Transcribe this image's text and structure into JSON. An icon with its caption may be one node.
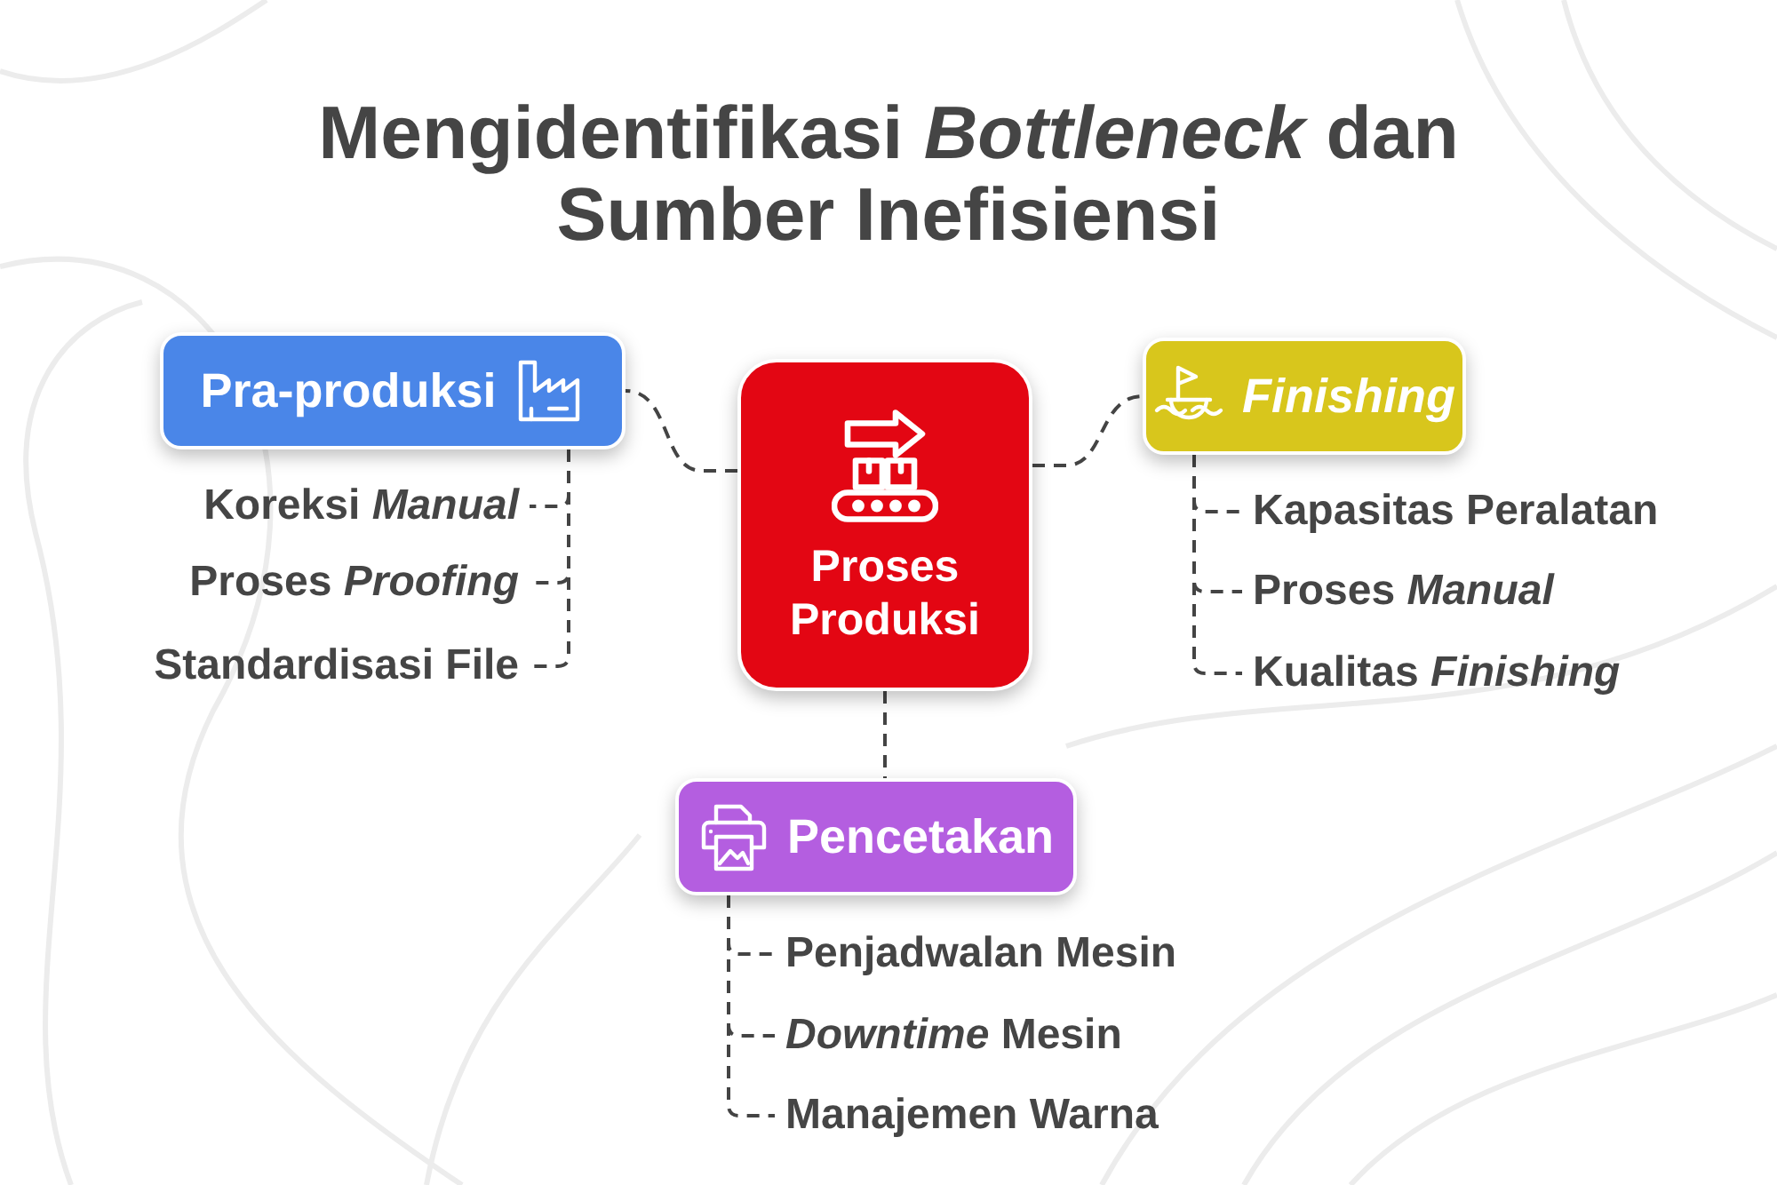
{
  "diagram": {
    "title": "Mengidentifikasi *Bottleneck* dan Sumber Inefisiensi",
    "nodes": [
      {
        "text": [
          "Proses Produksi"
        ]
      },
      {
        "text": [
          "Pra-produksi"
        ]
      },
      {
        "text": [
          "Koreksi *Manual*"
        ]
      },
      {
        "text": [
          "Proses *Proofing*"
        ]
      },
      {
        "text": [
          "Standardisasi File"
        ]
      },
      {
        "text": [
          "Finishing"
        ]
      },
      {
        "text": [
          "Kapasitas Peralatan"
        ]
      },
      {
        "text": [
          "Proses *Manual*"
        ]
      },
      {
        "text": [
          "Kualitas *Finishing*"
        ]
      },
      {
        "text": [
          "Pencetakan"
        ]
      },
      {
        "text": [
          "Penjadwalan Mesin"
        ]
      },
      {
        "text": [
          "*Downtime* Mesin"
        ]
      },
      {
        "text": [
          "Manajemen Warna"
        ]
      }
    ],
    "edges": [
      {
        "from": 0,
        "to": 1,
        "arrow": "none",
        "style": "dashed"
      },
      {
        "from": 0,
        "to": 5,
        "arrow": "none",
        "style": "dashed"
      },
      {
        "from": 0,
        "to": 9,
        "arrow": "none",
        "style": "dashed"
      },
      {
        "from": 1,
        "to": 2,
        "arrow": "none",
        "style": "dashed"
      },
      {
        "from": 1,
        "to": 3,
        "arrow": "none",
        "style": "dashed"
      },
      {
        "from": 1,
        "to": 4,
        "arrow": "none",
        "style": "dashed"
      },
      {
        "from": 5,
        "to": 6,
        "arrow": "none",
        "style": "dashed"
      },
      {
        "from": 5,
        "to": 7,
        "arrow": "none",
        "style": "dashed"
      },
      {
        "from": 5,
        "to": 8,
        "arrow": "none",
        "style": "dashed"
      },
      {
        "from": 9,
        "to": 10,
        "arrow": "none",
        "style": "dashed"
      },
      {
        "from": 9,
        "to": 11,
        "arrow": "none",
        "style": "dashed"
      },
      {
        "from": 9,
        "to": 12,
        "arrow": "none",
        "style": "dashed"
      }
    ]
  }
}
